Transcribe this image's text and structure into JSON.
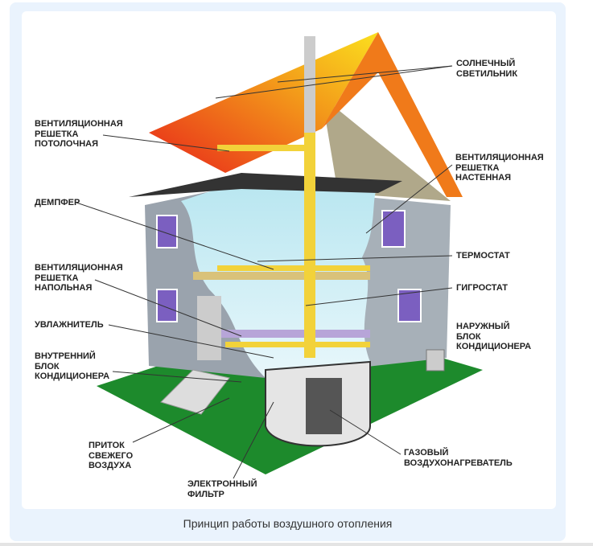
{
  "caption": "Принцип работы воздушного отопления",
  "labels": {
    "solar_light": "СОЛНЕЧНЫЙ\nСВЕТИЛЬНИК",
    "ceiling_vent": "ВЕНТИЛЯЦИОННАЯ\nРЕШЕТКА\nПОТОЛОЧНАЯ",
    "wall_vent": "ВЕНТИЛЯЦИОННАЯ\nРЕШЕТКА\nНАСТЕННАЯ",
    "damper": "ДЕМПФЕР",
    "thermostat": "ТЕРМОСТАТ",
    "floor_vent": "ВЕНТИЛЯЦИОННАЯ\nРЕШЕТКА\nНАПОЛЬНАЯ",
    "hygrostat": "ГИГРОСТАТ",
    "humidifier": "УВЛАЖНИТЕЛЬ",
    "outdoor_unit": "НАРУЖНЫЙ\nБЛОК\nКОНДИЦИОНЕРА",
    "indoor_unit": "ВНУТРЕННИЙ\nБЛОК\nКОНДИЦИОНЕРА",
    "fresh_air": "ПРИТОК\nСВЕЖЕГО\nВОЗДУХА",
    "gas_heater": "ГАЗОВЫЙ\nВОЗДУХОНАГРЕВАТЕЛЬ",
    "electronic_filter": "ЭЛЕКТРОННЫЙ\nФИЛЬТР"
  }
}
